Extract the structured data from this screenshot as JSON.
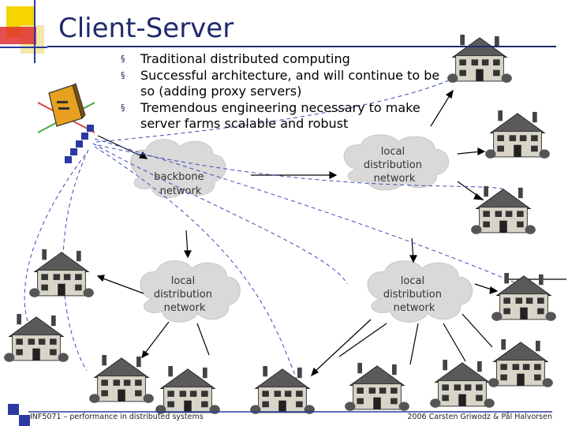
{
  "slide": {
    "title": "Client-Server",
    "bullets": [
      "Traditional distributed computing",
      "Successful architecture, and will continue to be so (adding proxy servers)",
      "Tremendous engineering necessary to make server farms scalable and robust"
    ],
    "bullet_marker": "§"
  },
  "diagram": {
    "clouds": [
      {
        "id": "backbone",
        "lines": [
          "backbone",
          "network"
        ]
      },
      {
        "id": "local-top-right",
        "lines": [
          "local",
          "distribution",
          "network"
        ]
      },
      {
        "id": "local-bottom-left",
        "lines": [
          "local",
          "distribution",
          "network"
        ]
      },
      {
        "id": "local-bottom-right",
        "lines": [
          "local",
          "distribution",
          "network"
        ]
      }
    ],
    "icons": [
      "server-icon",
      "house-icon"
    ]
  },
  "footer": {
    "left": "INF5071 – performance in distributed systems",
    "right": "2006 Carsten Griwodz & Pål Halvorsen"
  },
  "colors": {
    "title": "#1f2a6b",
    "accent_yellow": "#f5d400",
    "accent_blue": "#2b3aa0",
    "accent_red": "#e03030",
    "cloud_fill": "#d9d9d9",
    "dashed_line": "#3a4bb8"
  }
}
